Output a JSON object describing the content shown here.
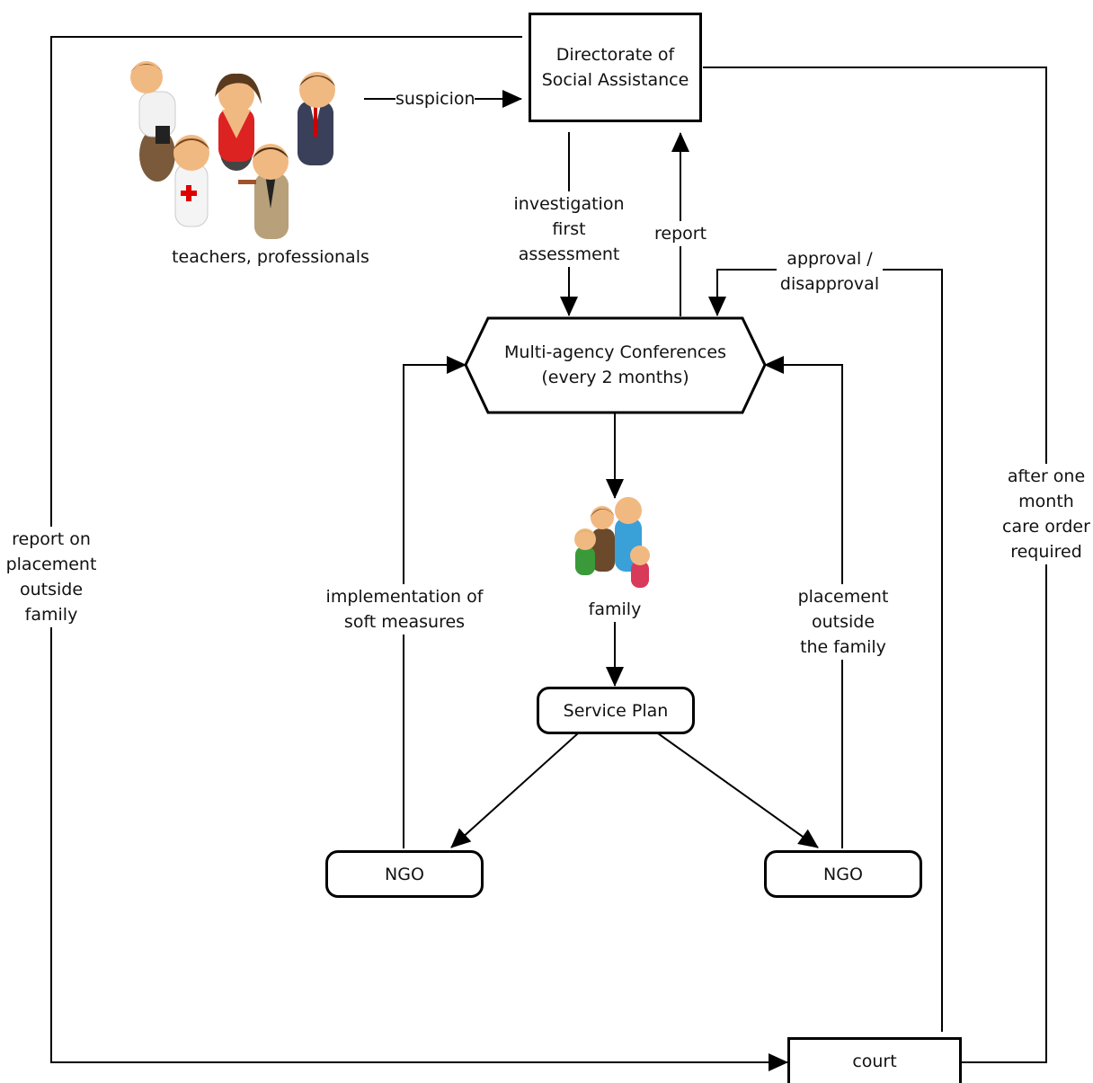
{
  "nodes": {
    "directorate": "Directorate of\nSocial Assistance",
    "conferences": "Multi-agency Conferences\n(every 2 months)",
    "service_plan": "Service Plan",
    "ngo_left": "NGO",
    "ngo_right": "NGO",
    "court": "court",
    "family": "family",
    "teachers": "teachers, professionals"
  },
  "edges": {
    "suspicion": "suspicion",
    "investigation": "investigation\nfirst assessment",
    "report": "report",
    "approval": "approval  /\ndisapproval",
    "soft_measures": "implementation of\nsoft measures",
    "placement_outside": "placement outside\nthe family",
    "report_placement": "report on\nplacement\noutside\nfamily",
    "after_one_month": "after one\nmonth\ncare order\nrequired"
  },
  "icons": {
    "professionals_group": "people-group-icon",
    "family_group": "family-icon"
  }
}
